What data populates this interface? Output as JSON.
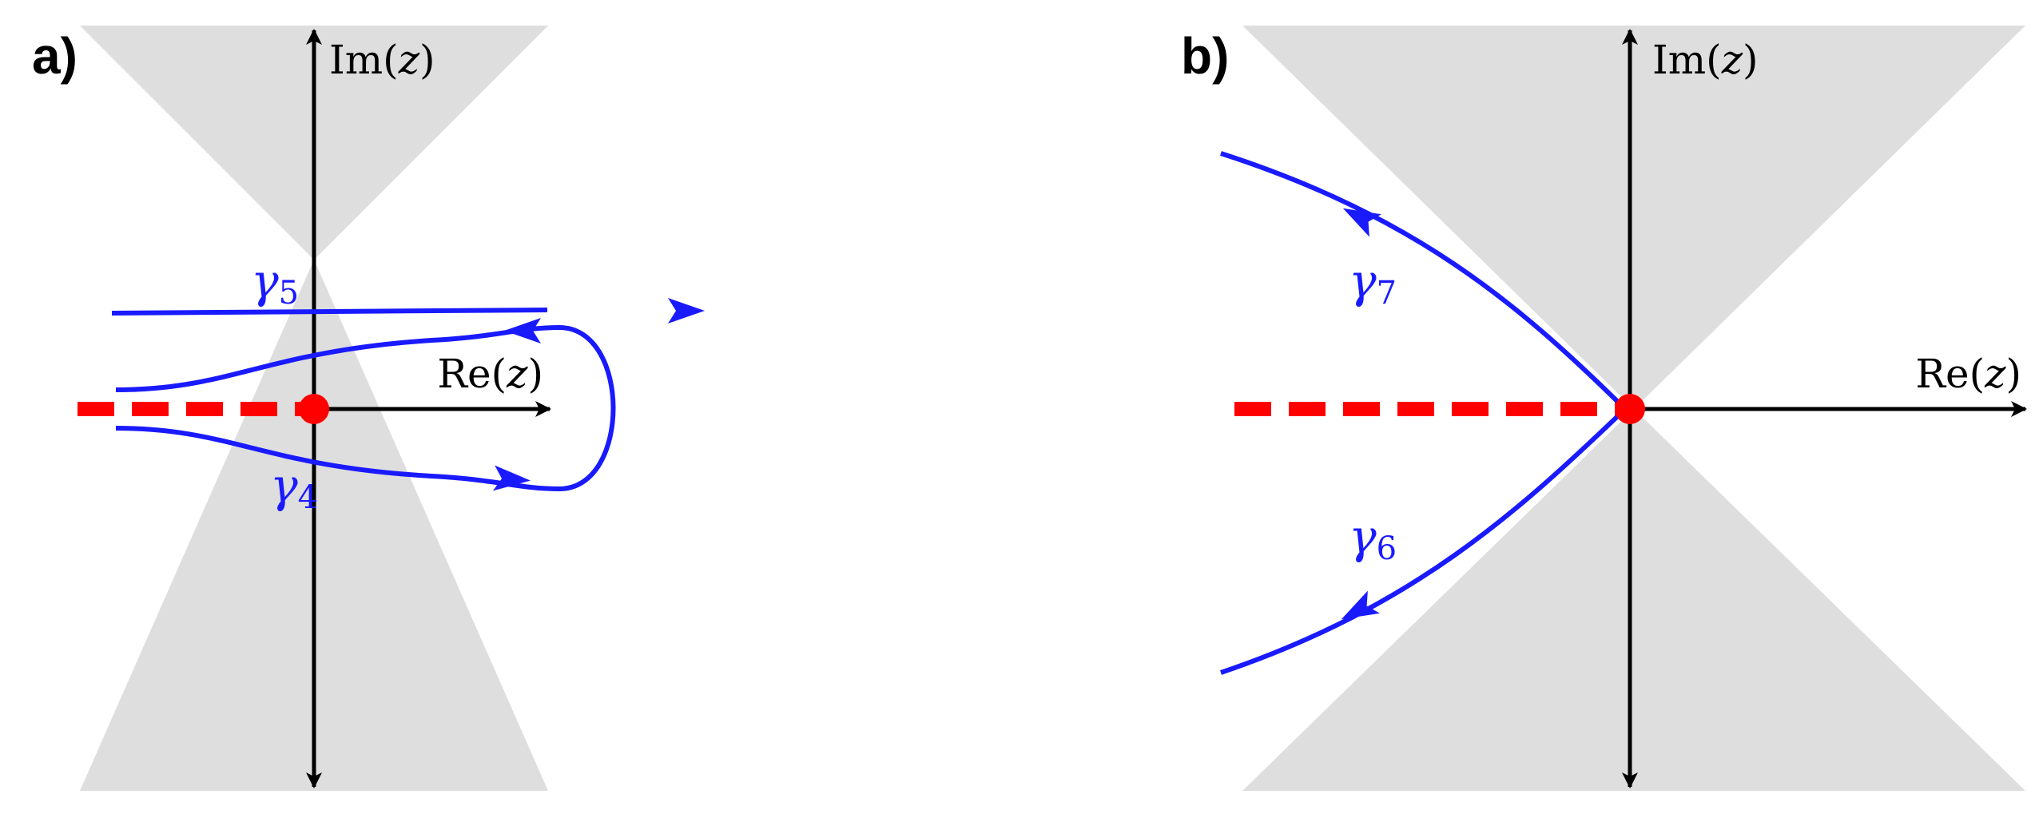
{
  "panels": [
    {
      "id": "a",
      "label": "a)",
      "axis_x_label": "Re",
      "axis_y_label": "Im",
      "axis_var": "z",
      "curves": [
        {
          "symbol": "γ",
          "index": "5"
        },
        {
          "symbol": "γ",
          "index": "4"
        }
      ]
    },
    {
      "id": "b",
      "label": "b)",
      "axis_x_label": "Re",
      "axis_y_label": "Im",
      "axis_var": "z",
      "curves": [
        {
          "symbol": "γ",
          "index": "7"
        },
        {
          "symbol": "γ",
          "index": "6"
        }
      ]
    }
  ],
  "colors": {
    "shaded_region": "#dedede",
    "axis": "#000000",
    "contour": "#1a1aff",
    "branch_cut": "#ff0000",
    "branch_point": "#ff0000"
  }
}
